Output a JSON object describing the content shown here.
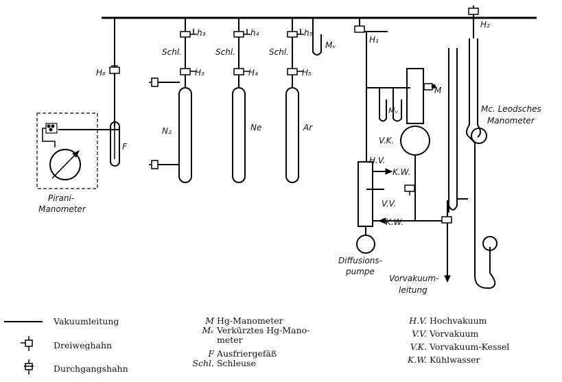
{
  "diagram": {
    "labels": {
      "h3": "h₃",
      "h4": "h₄",
      "h5": "h₅",
      "schl1": "Schl.",
      "schl2": "Schl.",
      "schl3": "Schl.",
      "Mv": "Mᵥ",
      "H1": "H₁",
      "H2": "H₂",
      "H3": "H₃",
      "H4": "H₄",
      "H5": "H₅",
      "H6": "H₆",
      "F": "F",
      "N2": "N₂",
      "Ne": "Ne",
      "Ar": "Ar",
      "M": "M",
      "Mv2": "Mᵥ",
      "mcleod1": "Mc. Leodsches",
      "mcleod2": "Manometer",
      "pirani1": "Pirani-",
      "pirani2": "Manometer",
      "VK": "V.K.",
      "HV": "H.V.",
      "KW1": "K.W.",
      "VV": "V.V.",
      "KW2": "K.W.",
      "diff1": "Diffusions-",
      "diff2": "pumpe",
      "vorv1": "Vorvakuum-",
      "vorv2": "leitung"
    }
  },
  "legend": {
    "col1": [
      {
        "text": "Vakuumleitung"
      },
      {
        "text": "Dreiweghahn"
      },
      {
        "text": "Durchgangshahn"
      }
    ],
    "col2": [
      {
        "sym": "M",
        "text": "Hg-Manometer"
      },
      {
        "sym": "Mᵥ",
        "text": "Verkürztes Hg-Mano-"
      },
      {
        "sym": "",
        "text": "meter"
      },
      {
        "sym": "F",
        "text": "Ausfriergefäß"
      },
      {
        "sym": "Schl.",
        "text": "Schleuse"
      }
    ],
    "col3": [
      {
        "sym": "H.V.",
        "text": "Hochvakuum"
      },
      {
        "sym": "V.V.",
        "text": "Vorvakuum"
      },
      {
        "sym": "V.K.",
        "text": "Vorvakuum-Kessel"
      },
      {
        "sym": "K.W.",
        "text": "Kühlwasser"
      }
    ]
  }
}
